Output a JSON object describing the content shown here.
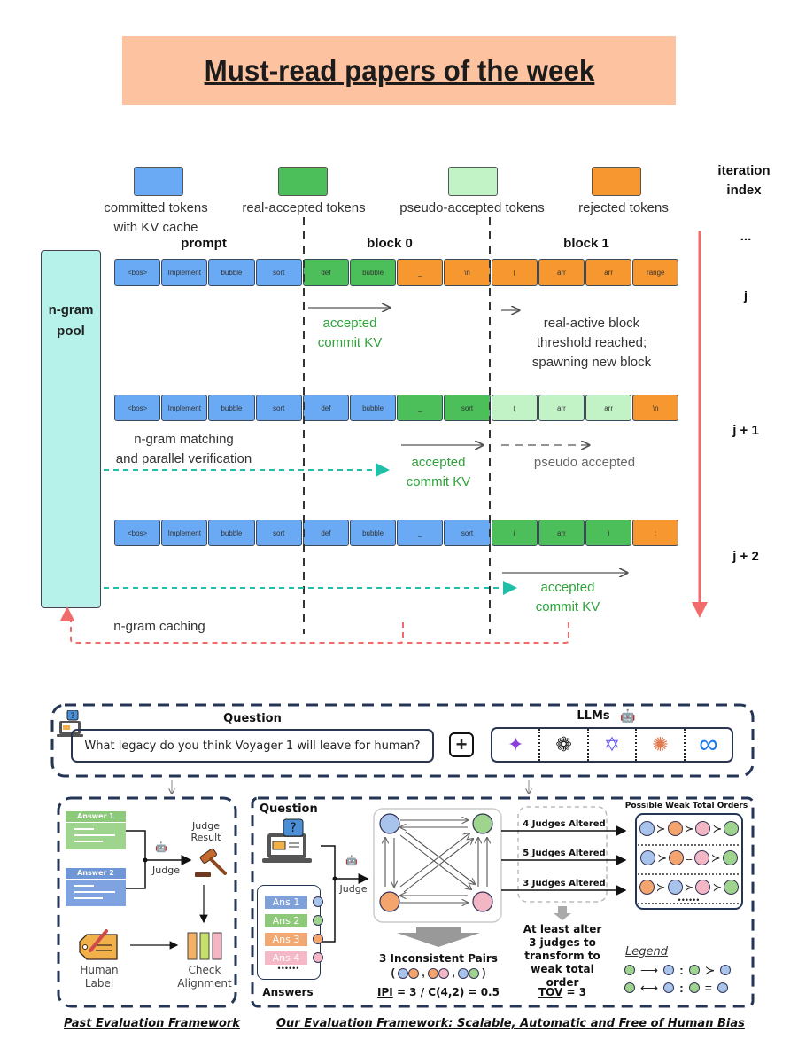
{
  "banner": {
    "title": "Must-read papers of the week"
  },
  "figure1": {
    "legend": [
      {
        "label": "committed tokens",
        "sublabel": "with KV cache",
        "color": "#6aaaf5"
      },
      {
        "label": "real-accepted tokens",
        "color": "#4dbf5a"
      },
      {
        "label": "pseudo-accepted tokens",
        "color": "#c2f3c6"
      },
      {
        "label": "rejected tokens",
        "color": "#f7972f"
      }
    ],
    "iteration_header": {
      "line1": "iteration",
      "line2": "index"
    },
    "section_headers": {
      "prompt": "prompt",
      "block0": "block 0",
      "block1": "block 1"
    },
    "pool_label": {
      "line1": "n-gram",
      "line2": "pool"
    },
    "iterations": [
      "...",
      "j",
      "j  + 1",
      "j  + 2"
    ],
    "rows": [
      {
        "tokens": [
          {
            "text": "<bos>",
            "state": "committed"
          },
          {
            "text": "Implement",
            "state": "committed"
          },
          {
            "text": "bubble",
            "state": "committed"
          },
          {
            "text": "sort",
            "state": "committed"
          },
          {
            "text": "def",
            "state": "real-accepted"
          },
          {
            "text": "bubble",
            "state": "real-accepted"
          },
          {
            "text": "_",
            "state": "rejected"
          },
          {
            "text": "\\n",
            "state": "rejected"
          },
          {
            "text": "(",
            "state": "rejected"
          },
          {
            "text": "arr",
            "state": "rejected"
          },
          {
            "text": "arr",
            "state": "rejected"
          },
          {
            "text": "range",
            "state": "rejected"
          }
        ]
      },
      {
        "tokens": [
          {
            "text": "<bos>",
            "state": "committed"
          },
          {
            "text": "Implement",
            "state": "committed"
          },
          {
            "text": "bubble",
            "state": "committed"
          },
          {
            "text": "sort",
            "state": "committed"
          },
          {
            "text": "def",
            "state": "committed"
          },
          {
            "text": "bubble",
            "state": "committed"
          },
          {
            "text": "_",
            "state": "real-accepted"
          },
          {
            "text": "sort",
            "state": "real-accepted"
          },
          {
            "text": "(",
            "state": "pseudo-accepted"
          },
          {
            "text": "arr",
            "state": "pseudo-accepted"
          },
          {
            "text": "arr",
            "state": "pseudo-accepted"
          },
          {
            "text": "\\n",
            "state": "rejected"
          }
        ]
      },
      {
        "tokens": [
          {
            "text": "<bos>",
            "state": "committed"
          },
          {
            "text": "Implement",
            "state": "committed"
          },
          {
            "text": "bubble",
            "state": "committed"
          },
          {
            "text": "sort",
            "state": "committed"
          },
          {
            "text": "def",
            "state": "committed"
          },
          {
            "text": "bubble",
            "state": "committed"
          },
          {
            "text": "_",
            "state": "committed"
          },
          {
            "text": "sort",
            "state": "committed"
          },
          {
            "text": "(",
            "state": "real-accepted"
          },
          {
            "text": "arr",
            "state": "real-accepted"
          },
          {
            "text": ")",
            "state": "real-accepted"
          },
          {
            "text": ":",
            "state": "rejected"
          }
        ]
      }
    ],
    "annotations": {
      "accepted1": {
        "line1": "accepted",
        "line2": "commit KV"
      },
      "spawn": {
        "line1": "real-active block",
        "line2": "threshold reached;",
        "line3": "spawning new block"
      },
      "matching": {
        "line1": "n-gram matching",
        "line2": "and parallel verification"
      },
      "accepted2": {
        "line1": "accepted",
        "line2": "commit KV"
      },
      "pseudo": "pseudo accepted",
      "accepted3": {
        "line1": "accepted",
        "line2": "commit KV"
      },
      "caching": "n-gram caching"
    }
  },
  "figure2": {
    "question_title": "Question",
    "question_text": "What legacy do you think Voyager 1 will leave for human?",
    "plus": "+",
    "llms_title": "LLMs",
    "llms": [
      {
        "name": "gemini-icon",
        "glyph": "✦",
        "color": "#8a3fd8"
      },
      {
        "name": "openai-icon",
        "glyph": "❁",
        "color": "#111111"
      },
      {
        "name": "qwen-icon",
        "glyph": "✡",
        "color": "#6b5cf0"
      },
      {
        "name": "claude-icon",
        "glyph": "✺",
        "color": "#e07a4f"
      },
      {
        "name": "meta-icon",
        "glyph": "∞",
        "color": "#1877f2"
      }
    ],
    "past": {
      "answer1": "Answer 1",
      "answer2": "Answer 2",
      "judge": "Judge",
      "judge_result": {
        "line1": "Judge",
        "line2": "Result"
      },
      "human_label": {
        "line1": "Human",
        "line2": "Label"
      },
      "check_alignment": {
        "line1": "Check",
        "line2": "Alignment"
      },
      "caption": "Past Evaluation Framework"
    },
    "ours": {
      "question_title": "Question",
      "answers": [
        {
          "label": "Ans 1",
          "color": "#a9c4ec",
          "bar": "#7fa0d8"
        },
        {
          "label": "Ans 2",
          "color": "#9fd48e",
          "bar": "#8ec97a"
        },
        {
          "label": "Ans 3",
          "color": "#f4a56e",
          "bar": "#f2a872"
        },
        {
          "label": "Ans 4",
          "color": "#f3b6c4",
          "bar": "#f4b8c6"
        }
      ],
      "answers_more": "••••••",
      "answers_title": "Answers",
      "judge": "Judge",
      "inconsistent_title": "3 Inconsistent Pairs",
      "ipi": {
        "label": "IPI",
        "rest": " = 3 / C(4,2) = 0.5"
      },
      "judges_altered": [
        "4 Judges Altered",
        "5 Judges Altered",
        "3 Judges Altered"
      ],
      "at_least": {
        "line1": "At least alter",
        "line2": "3 judges to",
        "line3": "transform to",
        "line4": "weak total order"
      },
      "tov": {
        "label": "TOV",
        "rest": " = 3"
      },
      "orders_title": "Possible Weak Total Orders",
      "orders": [
        [
          "blue",
          "≻",
          "orange",
          "≻",
          "pink",
          "≻",
          "green"
        ],
        [
          "blue",
          "≻",
          "orange",
          "=",
          "pink",
          "≻",
          "green"
        ],
        [
          "orange",
          "≻",
          "blue",
          "≻",
          "pink",
          "≻",
          "green"
        ]
      ],
      "orders_more": "••••••",
      "legend_title": "Legend",
      "legend_rows": [
        {
          "arrow": "⟶",
          "relation": "≻"
        },
        {
          "arrow": "⟷",
          "relation": "="
        }
      ],
      "caption": "Our Evaluation Framework: Scalable, Automatic and Free of Human Bias"
    }
  }
}
